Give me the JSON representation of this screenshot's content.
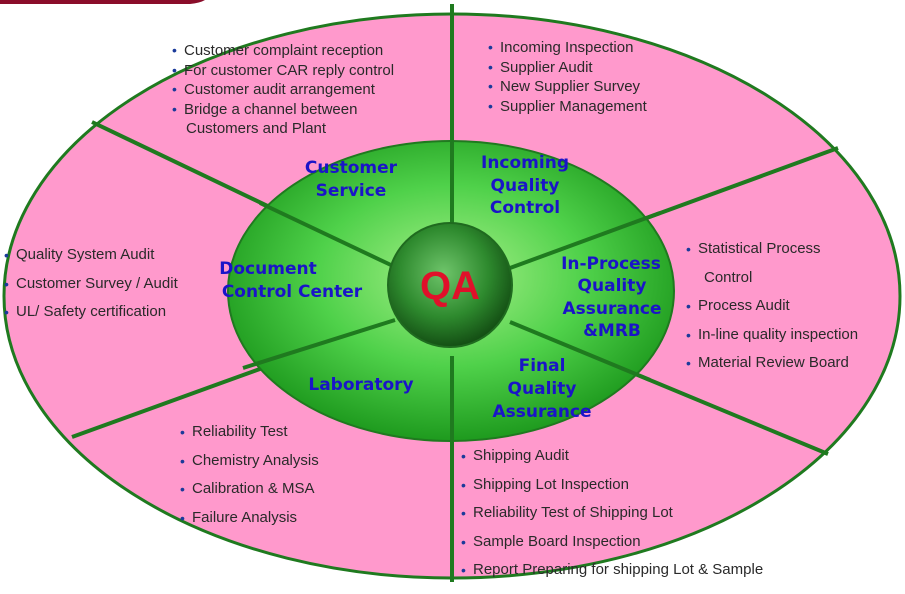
{
  "center": {
    "label": "QA"
  },
  "sectors": [
    {
      "id": "customer-service",
      "label_lines": [
        "Customer",
        "Service"
      ],
      "items": [
        "Customer complaint reception",
        "For customer CAR reply control",
        "Customer audit arrangement",
        "Bridge a channel between",
        "Customers and Plant"
      ]
    },
    {
      "id": "incoming-quality-control",
      "label_lines": [
        "Incoming",
        "Quality",
        "Control"
      ],
      "items": [
        "Incoming Inspection",
        "Supplier Audit",
        "New Supplier Survey",
        "Supplier Management"
      ]
    },
    {
      "id": "document-control-center",
      "label_lines": [
        "Document",
        "Control Center"
      ],
      "items": [
        "Quality System Audit",
        "Customer Survey / Audit",
        "UL/ Safety certification"
      ]
    },
    {
      "id": "in-process-quality-assurance",
      "label_lines": [
        "In-Process",
        "Quality",
        "Assurance",
        "&MRB"
      ],
      "items": [
        "Statistical Process",
        "Control",
        "Process Audit",
        "In-line quality inspection",
        "Material Review Board"
      ]
    },
    {
      "id": "laboratory",
      "label_lines": [
        "Laboratory"
      ],
      "items": [
        "Reliability Test",
        "Chemistry Analysis",
        "Calibration & MSA",
        "Failure Analysis"
      ]
    },
    {
      "id": "final-quality-assurance",
      "label_lines": [
        "Final",
        "Quality",
        "Assurance"
      ],
      "items": [
        "Shipping Audit",
        "Shipping Lot Inspection",
        "Reliability Test of Shipping Lot",
        "Sample Board Inspection",
        "Report Preparing for shipping Lot & Sample"
      ]
    }
  ],
  "colors": {
    "outer_fill": "#ff99cc",
    "inner_fill": "#3cc23c",
    "center_fill": "#2a7a2a",
    "divider": "#1f7a1f",
    "label": "#1a14c8",
    "qa": "#e0102a"
  }
}
